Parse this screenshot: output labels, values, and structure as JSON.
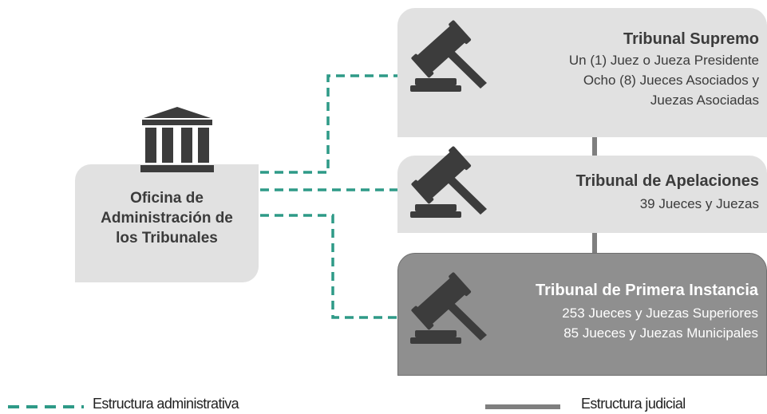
{
  "office": {
    "lines": [
      "Oficina de",
      "Administración de",
      "los Tribunales"
    ],
    "icon": "courthouse-icon"
  },
  "courts": [
    {
      "title": "Tribunal Supremo",
      "lines": [
        "Un (1) Juez o Jueza Presidente",
        "Ocho (8) Jueces  Asociados y",
        "Juezas Asociadas"
      ],
      "icon": "gavel-icon"
    },
    {
      "title": "Tribunal de Apelaciones",
      "lines": [
        "39 Jueces y Juezas"
      ],
      "icon": "gavel-icon"
    },
    {
      "title": "Tribunal de Primera Instancia",
      "lines": [
        "253 Jueces  y  Juezas Superiores",
        "85 Jueces  y Juezas Municipales"
      ],
      "icon": "gavel-icon"
    }
  ],
  "legend": {
    "administrative": "Estructura administrativa",
    "judicial": "Estructura judicial"
  },
  "colors": {
    "administrative_line": "#2e9a87",
    "judicial_line": "#7f7f7f",
    "card_light": "#e1e1e1",
    "card_dark": "#8f8f8f",
    "icon": "#3c3c3c"
  }
}
